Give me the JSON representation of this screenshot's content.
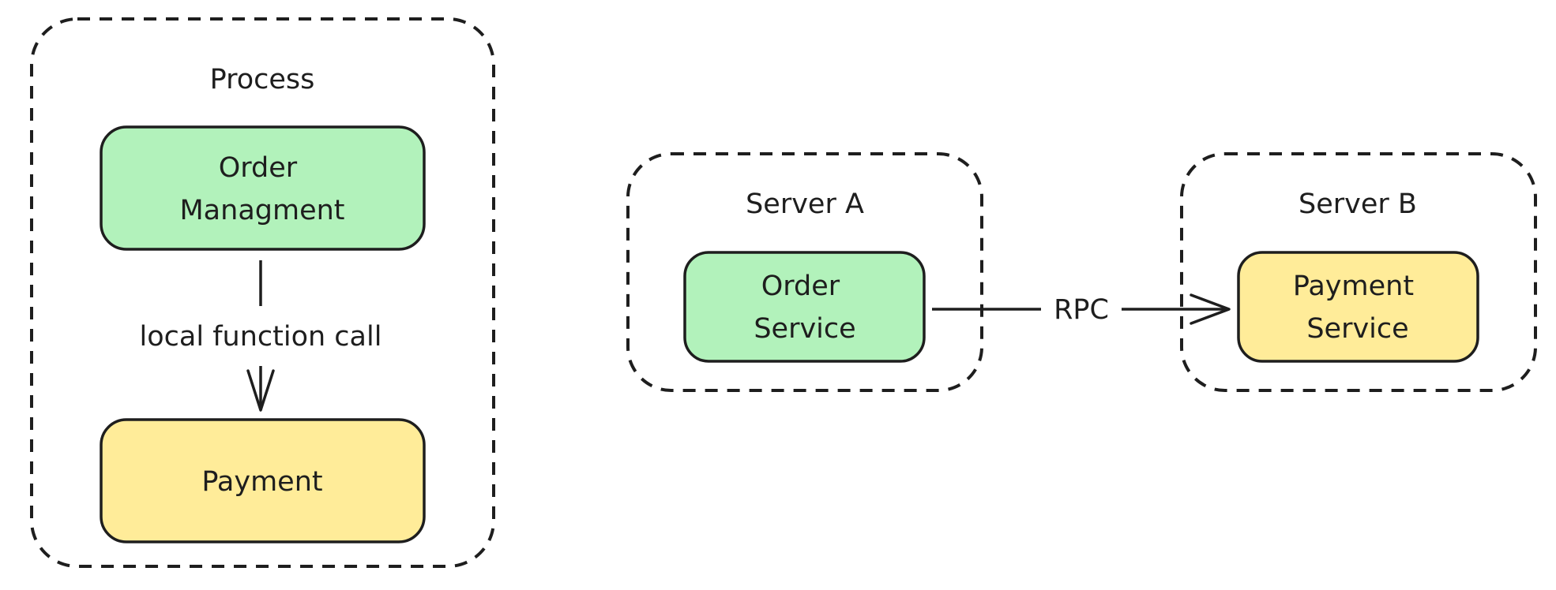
{
  "colors": {
    "stroke": "#1e1e1e",
    "green_fill": "#b2f2bb",
    "yellow_fill": "#ffec99",
    "background": "#ffffff"
  },
  "containers": {
    "process": {
      "title": "Process"
    },
    "server_a": {
      "title": "Server A"
    },
    "server_b": {
      "title": "Server B"
    }
  },
  "nodes": {
    "order_management": {
      "lines": [
        "Order",
        "Managment"
      ]
    },
    "payment": {
      "lines": [
        "Payment"
      ]
    },
    "order_service": {
      "lines": [
        "Order",
        "Service"
      ]
    },
    "payment_service": {
      "lines": [
        "Payment",
        "Service"
      ]
    }
  },
  "edges": {
    "local_call": {
      "label": "local function call"
    },
    "rpc": {
      "label": "RPC"
    }
  }
}
